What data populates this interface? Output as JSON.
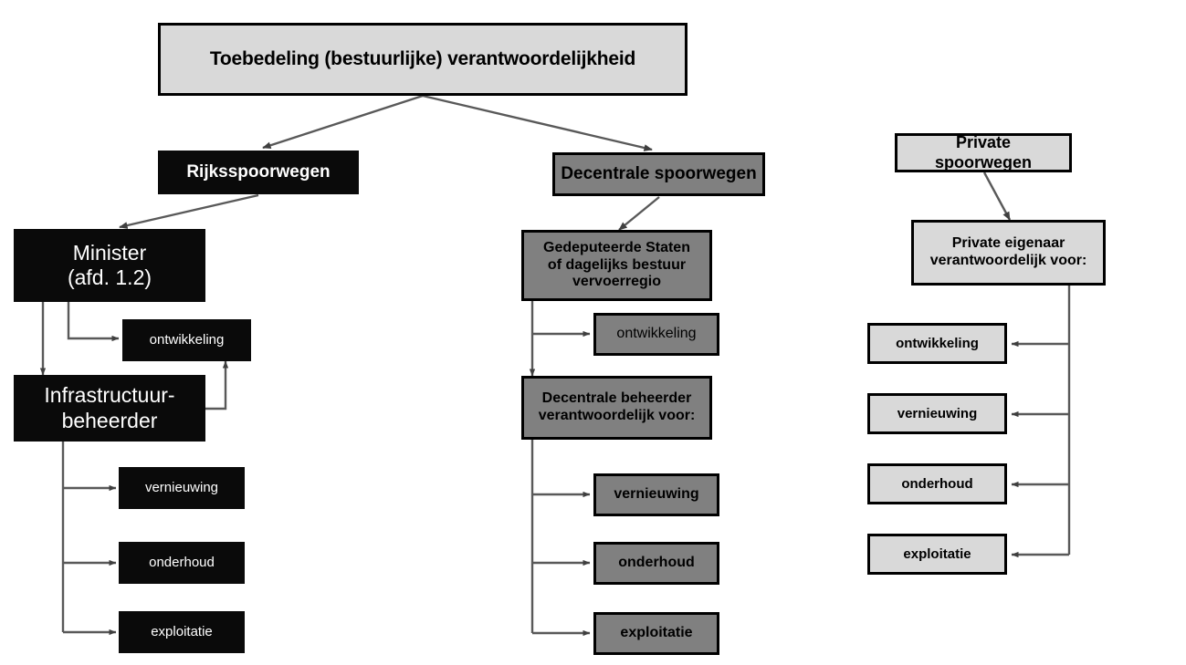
{
  "diagram": {
    "title_box": {
      "label": "Toebedeling (bestuurlijke) verantwoordelijkheid",
      "fill": "#d9d9d9"
    },
    "branches": [
      {
        "key": "rijks",
        "header": "Rijksspoorwegen",
        "fill": "#0a0a0a",
        "authority": "Minister\n(afd. 1.2)",
        "develop": "ontwikkeling",
        "manager": "Infrastructuur-\nbeheerder",
        "tasks": [
          "vernieuwing",
          "onderhoud",
          "exploitatie"
        ]
      },
      {
        "key": "decentraal",
        "header": "Decentrale spoorwegen",
        "fill": "#808080",
        "authority": "Gedeputeerde Staten\nof dagelijks bestuur\nvervoerregio",
        "develop": "ontwikkeling",
        "manager": "Decentrale beheerder\nverantwoordelijk voor:",
        "tasks": [
          "vernieuwing",
          "onderhoud",
          "exploitatie"
        ]
      },
      {
        "key": "privaat",
        "header": "Private\nspoorwegen",
        "fill": "#d9d9d9",
        "owner": "Private eigenaar\nverantwoordelijk voor:",
        "tasks": [
          "ontwikkeling",
          "vernieuwing",
          "onderhoud",
          "exploitatie"
        ]
      }
    ],
    "colors": {
      "black": "#0a0a0a",
      "mid_gray": "#808080",
      "light_gray": "#d9d9d9",
      "line": "#595959",
      "border": "#000000",
      "background": "#ffffff"
    }
  }
}
